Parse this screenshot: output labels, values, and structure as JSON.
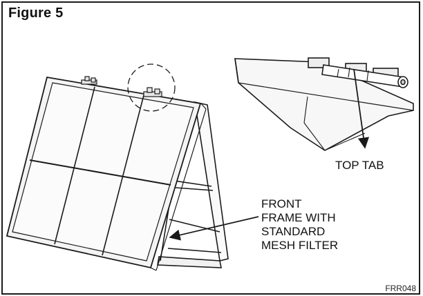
{
  "figure": {
    "title": "Figure 5",
    "code": "FRR048"
  },
  "labels": {
    "top_tab": "TOP TAB",
    "front_frame": [
      "FRONT",
      "FRAME WITH",
      "STANDARD",
      "MESH FILTER"
    ]
  },
  "colors": {
    "line": "#1a1a1a",
    "fill_light": "#f4f4f4",
    "fill_tab": "#e6e6e6"
  }
}
